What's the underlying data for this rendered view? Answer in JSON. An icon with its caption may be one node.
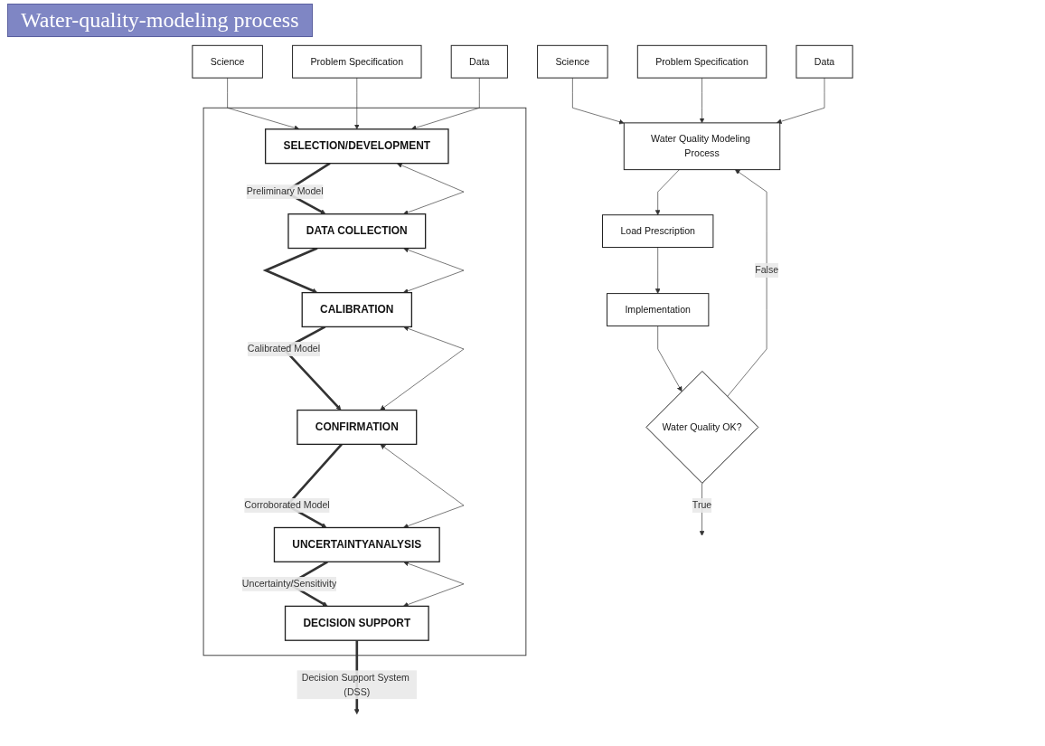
{
  "diagram": {
    "title": "Water-quality-modeling process",
    "nodes": [
      {
        "text": [
          "Science"
        ]
      },
      {
        "text": [
          "Problem Specification"
        ]
      },
      {
        "text": [
          "Data"
        ]
      },
      {
        "text": [
          "Water Quality Modeling Process"
        ]
      },
      {
        "text": [
          "Load Prescription"
        ]
      },
      {
        "text": [
          "Implementation"
        ]
      },
      {
        "text": [
          "Water Quality OK?"
        ]
      },
      {
        "text": [],
        "shape": "box"
      },
      {
        "text": [
          "Science"
        ]
      },
      {
        "text": [
          "Problem Specification"
        ]
      },
      {
        "text": [
          "Data"
        ]
      },
      {
        "text": [
          "SELECTION/DEVELOPMENT"
        ],
        "in": 7
      },
      {
        "text": [
          "DATA COLLECTION"
        ],
        "in": 7
      },
      {
        "text": [
          "CALIBRATION"
        ],
        "in": 7
      },
      {
        "text": [
          "CONFIRMATION"
        ],
        "in": 7
      },
      {
        "text": [
          "UNCERTAINTYANALYSIS"
        ],
        "in": 7
      },
      {
        "text": [
          "DECISION SUPPORT"
        ],
        "in": 7
      }
    ],
    "edges": [
      {
        "from": 0,
        "to": 3,
        "arrow": "to"
      },
      {
        "from": 1,
        "to": 3,
        "arrow": "to"
      },
      {
        "from": 2,
        "to": 3,
        "arrow": "to"
      },
      {
        "from": 3,
        "to": 4,
        "arrow": "to"
      },
      {
        "from": 4,
        "to": 5,
        "arrow": "to"
      },
      {
        "from": 5,
        "to": 6,
        "arrow": "to"
      },
      {
        "from": 6,
        "to": 3,
        "arrow": "to",
        "label": "False"
      },
      {
        "from": 6,
        "to": null,
        "arrow": "to",
        "label": "True"
      },
      {
        "from": 8,
        "to": 11,
        "arrow": "to"
      },
      {
        "from": 9,
        "to": 11,
        "arrow": "to"
      },
      {
        "from": 10,
        "to": 11,
        "arrow": "to"
      },
      {
        "from": 11,
        "to": 12,
        "arrow": "to",
        "label": "Preliminary Model",
        "style": "thick"
      },
      {
        "from": 12,
        "to": 13,
        "arrow": "to",
        "style": "thick"
      },
      {
        "from": 13,
        "to": 14,
        "arrow": "to",
        "label": "Calibrated Model",
        "style": "thick"
      },
      {
        "from": 14,
        "to": 15,
        "arrow": "to",
        "label": "Corroborated Model",
        "style": "thick"
      },
      {
        "from": 15,
        "to": 16,
        "arrow": "to",
        "label": "Uncertainty/Sensitivity",
        "style": "thick"
      },
      {
        "from": 16,
        "to": null,
        "arrow": "to",
        "label": "Decision Support System (DSS)",
        "style": "thick"
      },
      {
        "from": 11,
        "to": 12,
        "arrow": "both"
      },
      {
        "from": 12,
        "to": 13,
        "arrow": "both"
      },
      {
        "from": 13,
        "to": 14,
        "arrow": "both"
      },
      {
        "from": 14,
        "to": 15,
        "arrow": "both"
      },
      {
        "from": 15,
        "to": 16,
        "arrow": "both"
      }
    ]
  }
}
